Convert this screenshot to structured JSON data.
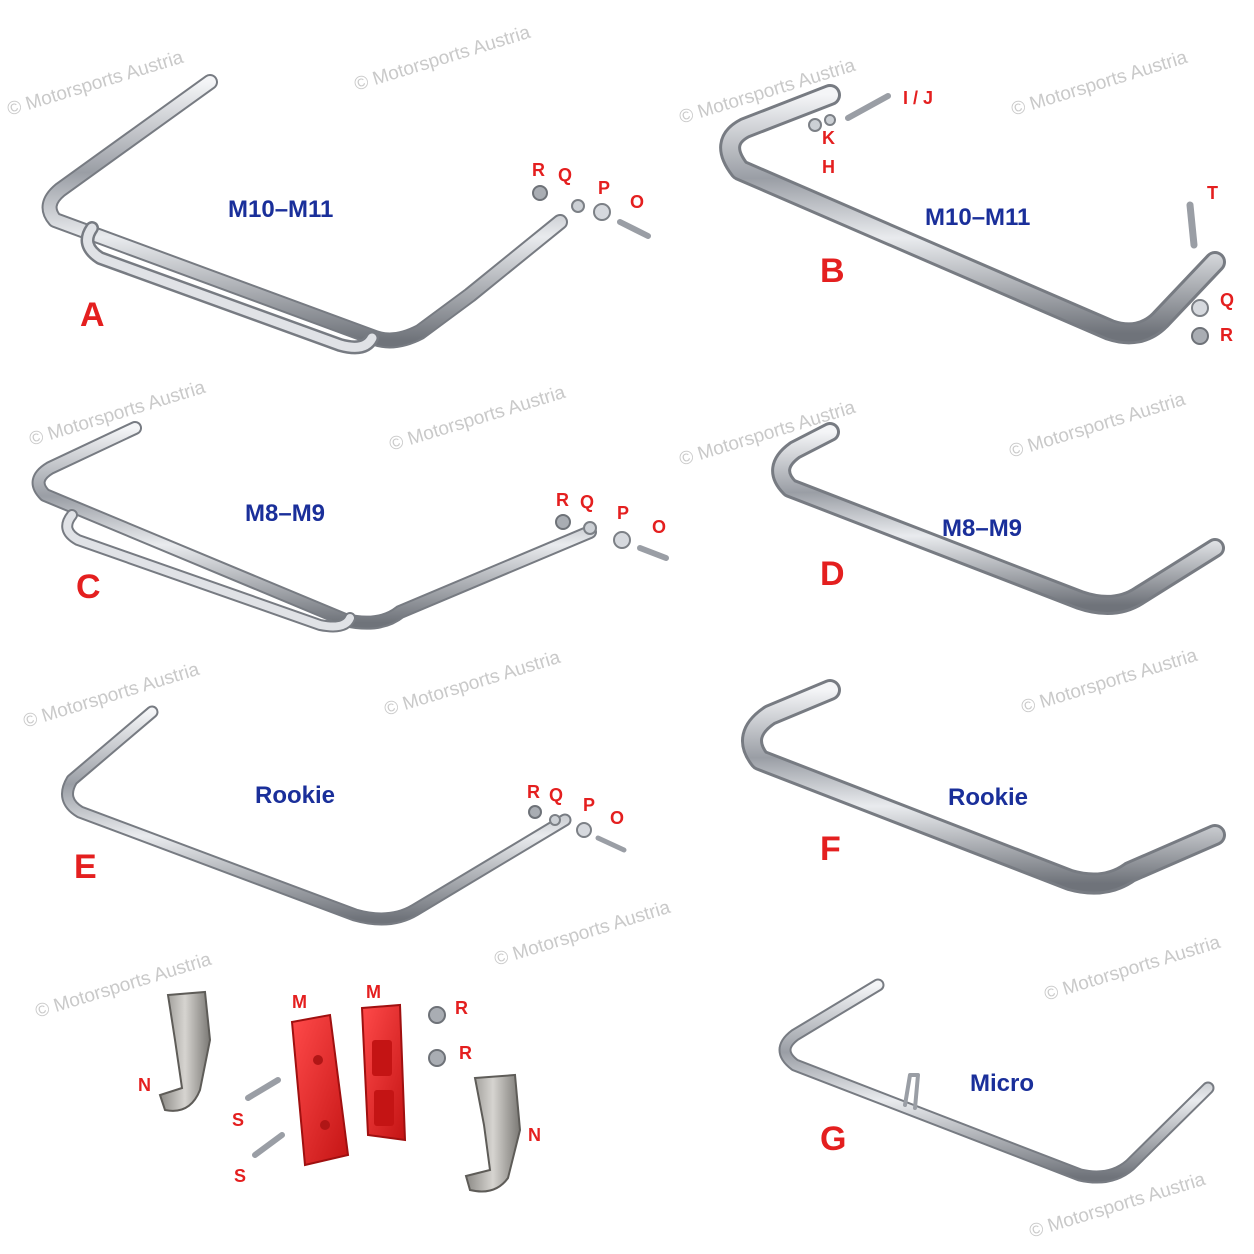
{
  "watermark": "© Motorsports Austria",
  "panels": {
    "a": {
      "letter": "A",
      "model": "M10–M11"
    },
    "b": {
      "letter": "B",
      "model": "M10–M11"
    },
    "c": {
      "letter": "C",
      "model": "M8–M9"
    },
    "d": {
      "letter": "D",
      "model": "M8–M9"
    },
    "e": {
      "letter": "E",
      "model": "Rookie"
    },
    "f": {
      "letter": "F",
      "model": "Rookie"
    },
    "g": {
      "letter": "G",
      "model": "Micro"
    }
  },
  "parts": {
    "r": "R",
    "q": "Q",
    "p": "P",
    "o": "O",
    "ij": "I / J",
    "k": "K",
    "h": "H",
    "t": "T",
    "m": "M",
    "n": "N",
    "s": "S"
  },
  "colors": {
    "letter_red": "#e41f1f",
    "model_blue": "#1a2f9a",
    "watermark_grey": "#c9c9c9",
    "bracket_red": "#e02020",
    "chrome": "#b8bcc2"
  }
}
